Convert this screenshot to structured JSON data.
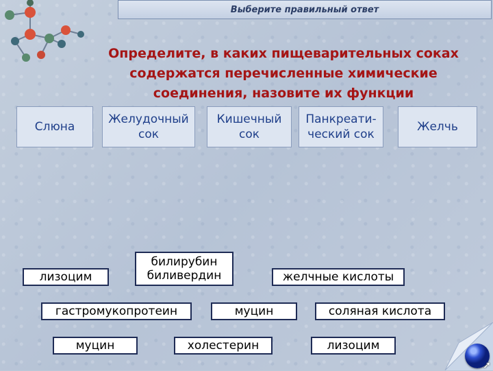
{
  "header": {
    "title": "Выберите правильный ответ"
  },
  "question": "Определите, в каких пищеварительных соках содержатся перечисленные химические соединения, назовите их функции",
  "juices": [
    {
      "label": "Слюна"
    },
    {
      "label": "Желудочный\nсок"
    },
    {
      "label": "Кишечный\nсок"
    },
    {
      "label": "Панкреати-\nческий сок"
    },
    {
      "label": "Желчь"
    }
  ],
  "substances": [
    {
      "label": "лизоцим"
    },
    {
      "label": "билирубин\nбиливердин"
    },
    {
      "label": "желчные кислоты"
    },
    {
      "label": "гастромукопротеин"
    },
    {
      "label": "муцин"
    },
    {
      "label": "соляная кислота"
    },
    {
      "label": "муцин"
    },
    {
      "label": "холестерин"
    },
    {
      "label": "лизоцим"
    }
  ],
  "next_button": {
    "icon": "pointer-icon"
  }
}
